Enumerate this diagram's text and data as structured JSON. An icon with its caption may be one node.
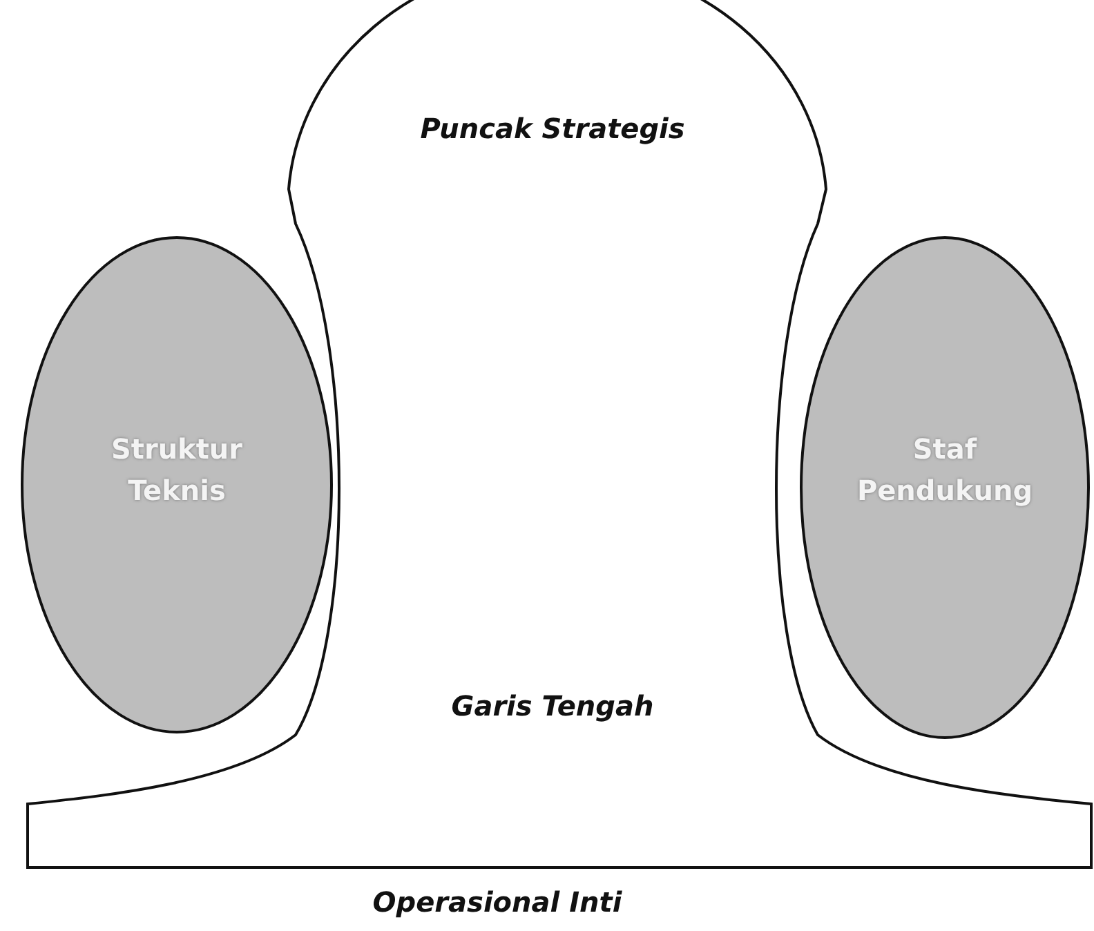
{
  "diagram": {
    "nodes": [
      {
        "text": [
          "Puncak Strategis",
          "Garis Tengah",
          "Operasional Inti"
        ]
      },
      {
        "text": [
          "Struktur Teknis"
        ]
      },
      {
        "text": [
          "Staf Pendukung"
        ]
      }
    ]
  }
}
